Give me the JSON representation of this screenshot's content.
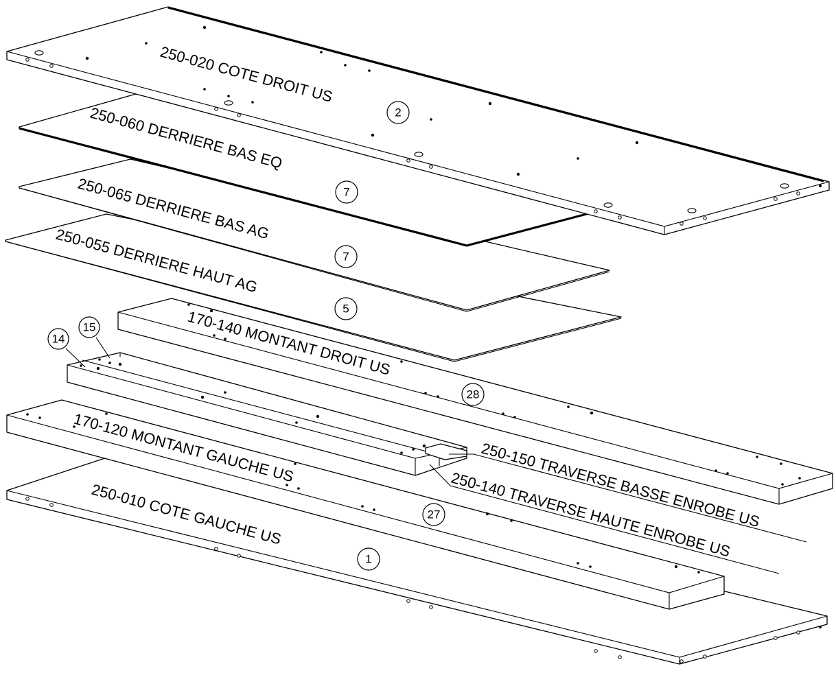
{
  "parts": {
    "cote_droit": {
      "label": "250-020 COTE DROIT US",
      "qty": "2"
    },
    "derriere_bas_eq": {
      "label": "250-060 DERRIERE BAS EQ",
      "qty": "7"
    },
    "derriere_bas_ag": {
      "label": "250-065 DERRIERE BAS AG",
      "qty": "7"
    },
    "derriere_haut_ag": {
      "label": "250-055 DERRIERE HAUT AG",
      "qty": "5"
    },
    "montant_droit": {
      "label": "170-140 MONTANT DROIT US",
      "qty": "28"
    },
    "traverse_basse": {
      "label": "250-150 TRAVERSE BASSE ENROBE US",
      "qty": "14"
    },
    "traverse_haute": {
      "label": "250-140 TRAVERSE HAUTE ENROBE US",
      "qty": "15"
    },
    "montant_gauche": {
      "label": "170-120 MONTANT GAUCHE US",
      "qty": "27"
    },
    "cote_gauche": {
      "label": "250-010 COTE GAUCHE US",
      "qty": "1"
    }
  }
}
